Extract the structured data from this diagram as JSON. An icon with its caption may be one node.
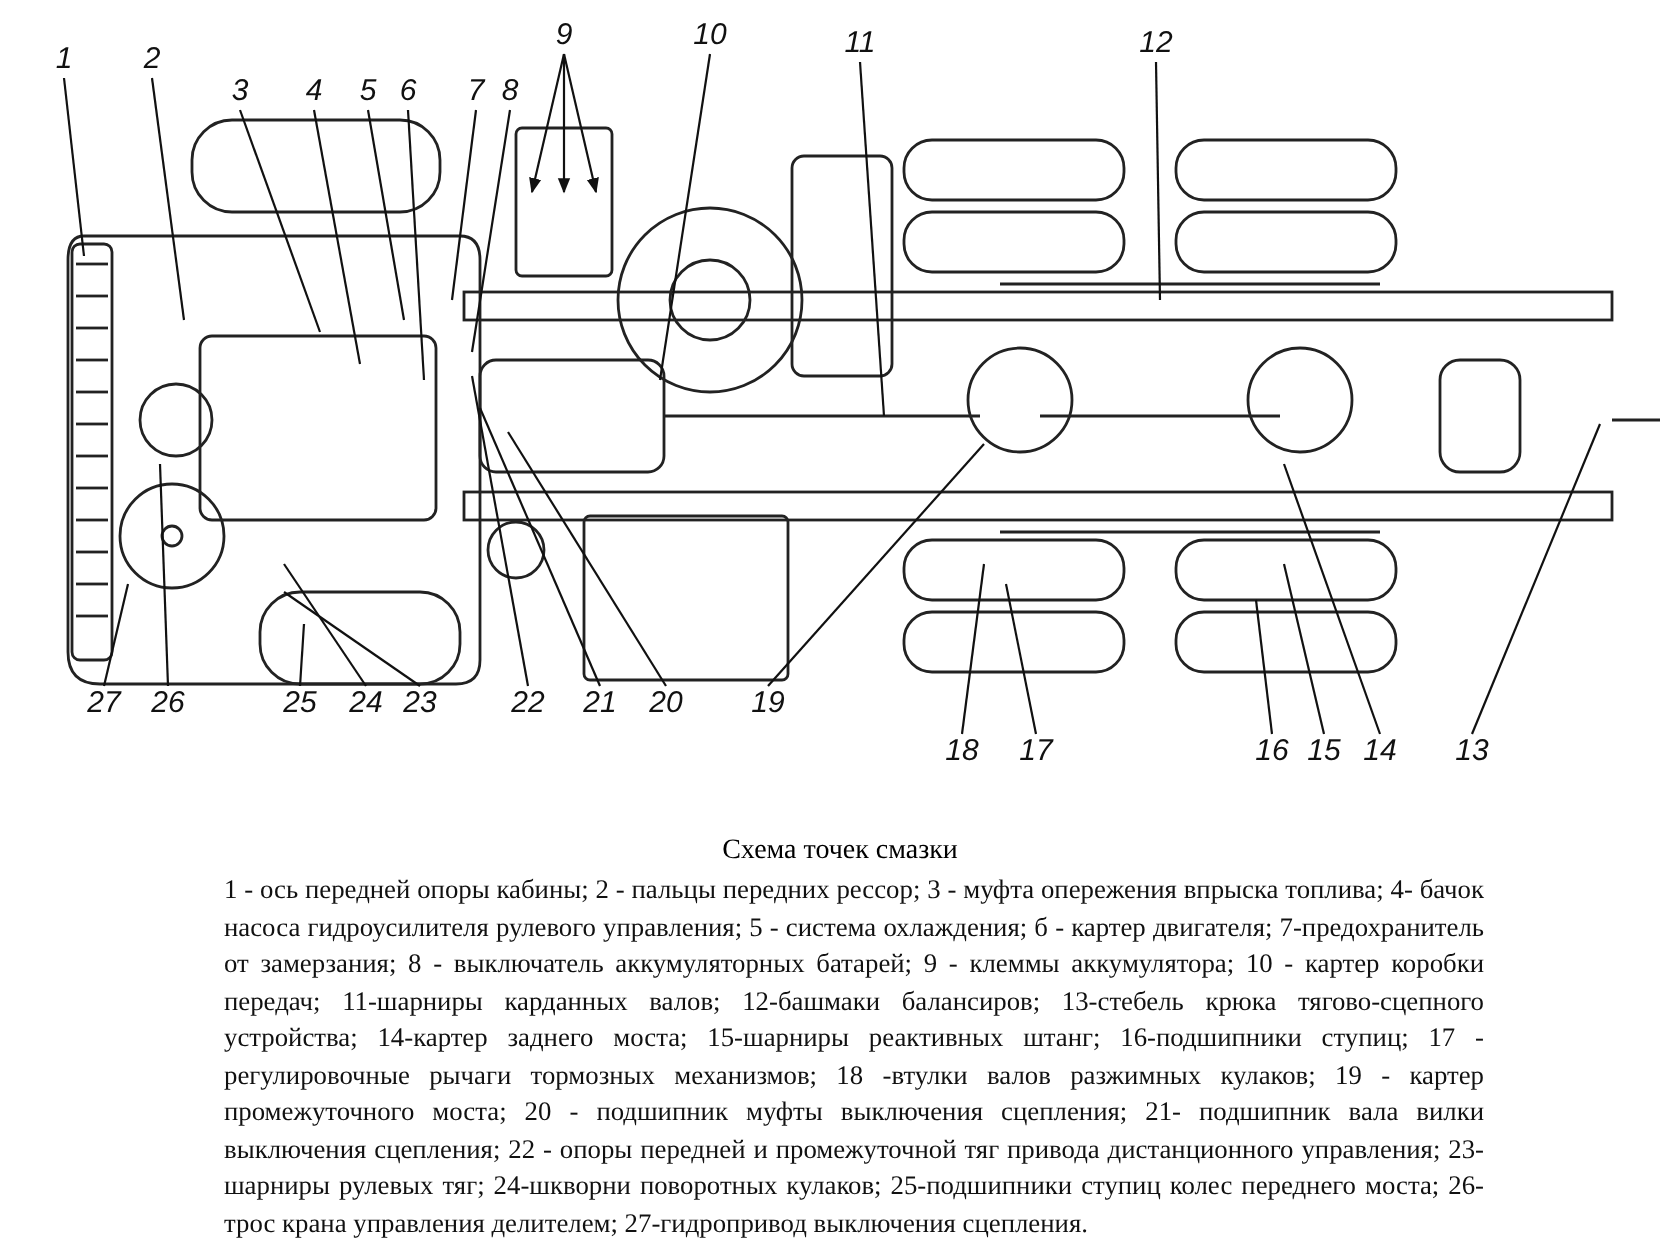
{
  "diagram": {
    "title": "Схема точек смазки",
    "caption": "1 - ось передней опоры кабины;  2 - пальцы передних рессор; 3 - муфта опережения впрыска  топлива; 4- бачок насоса гидроусилителя  рулевого  управления;  5 - система охлаждения;  б - картер  двигателя; 7-предохранитель от замерзания; 8 - выключатель аккумуляторных батарей; 9 - клеммы  аккумулятора; 10 - картер коробки передач; 11-шарниры карданных валов; 12-башмаки балансиров; 13-стебель крюка тягово-сцепного устройства; 14-картер заднего моста; 15-шарниры реактивных штанг; 16-подшипники ступиц; 17 - регулировочные рычаги тормозных механизмов; 18 -втулки валов разжимных кулаков; 19 - картер  промежуточного  моста;  20 - подшипник муфты выключения сцепления;  21- подшипник вала вилки выключения  сцепления;  22 - опоры передней  и промежуточной тяг  привода  дистанционного управления; 23- шарниры рулевых тяг; 24-шкворни поворотных кулаков; 25-подшипники ступиц колес переднего моста; 26-трос крана управления делителем; 27-гидропривод выключения сцепления.",
    "nodes": [
      {
        "text": [
          "1"
        ]
      },
      {
        "text": [
          "2"
        ]
      },
      {
        "text": [
          "3"
        ]
      },
      {
        "text": [
          "4"
        ]
      },
      {
        "text": [
          "5"
        ]
      },
      {
        "text": [
          "6"
        ]
      },
      {
        "text": [
          "7"
        ]
      },
      {
        "text": [
          "8"
        ]
      },
      {
        "text": [
          "9"
        ]
      },
      {
        "text": [
          "10"
        ]
      },
      {
        "text": [
          "11"
        ]
      },
      {
        "text": [
          "12"
        ]
      },
      {
        "text": [
          "27"
        ]
      },
      {
        "text": [
          "26"
        ]
      },
      {
        "text": [
          "25"
        ]
      },
      {
        "text": [
          "24"
        ]
      },
      {
        "text": [
          "23"
        ]
      },
      {
        "text": [
          "22"
        ]
      },
      {
        "text": [
          "21"
        ]
      },
      {
        "text": [
          "20"
        ]
      },
      {
        "text": [
          "19"
        ]
      },
      {
        "text": [
          "18"
        ]
      },
      {
        "text": [
          "17"
        ]
      },
      {
        "text": [
          "16"
        ]
      },
      {
        "text": [
          "15"
        ]
      },
      {
        "text": [
          "14"
        ]
      },
      {
        "text": [
          "13"
        ]
      }
    ],
    "edges": [
      {
        "from": 0,
        "to": null,
        "arrow": "none"
      },
      {
        "from": 1,
        "to": null,
        "arrow": "none"
      },
      {
        "from": 2,
        "to": null,
        "arrow": "none"
      },
      {
        "from": 3,
        "to": null,
        "arrow": "none"
      },
      {
        "from": 4,
        "to": null,
        "arrow": "none"
      },
      {
        "from": 5,
        "to": null,
        "arrow": "none"
      },
      {
        "from": 6,
        "to": null,
        "arrow": "none"
      },
      {
        "from": 7,
        "to": null,
        "arrow": "none"
      },
      {
        "from": 8,
        "to": null,
        "arrow": "to"
      },
      {
        "from": 8,
        "to": null,
        "arrow": "to"
      },
      {
        "from": 8,
        "to": null,
        "arrow": "to"
      },
      {
        "from": 9,
        "to": null,
        "arrow": "none"
      },
      {
        "from": 10,
        "to": null,
        "arrow": "none"
      },
      {
        "from": 11,
        "to": null,
        "arrow": "none"
      },
      {
        "from": 12,
        "to": null,
        "arrow": "none"
      },
      {
        "from": 13,
        "to": null,
        "arrow": "none"
      },
      {
        "from": 14,
        "to": null,
        "arrow": "none"
      },
      {
        "from": 15,
        "to": null,
        "arrow": "none"
      },
      {
        "from": 16,
        "to": null,
        "arrow": "none"
      },
      {
        "from": 17,
        "to": null,
        "arrow": "none"
      },
      {
        "from": 18,
        "to": null,
        "arrow": "none"
      },
      {
        "from": 19,
        "to": null,
        "arrow": "none"
      },
      {
        "from": 20,
        "to": null,
        "arrow": "none"
      },
      {
        "from": 21,
        "to": null,
        "arrow": "none"
      },
      {
        "from": 22,
        "to": null,
        "arrow": "none"
      },
      {
        "from": 23,
        "to": null,
        "arrow": "none"
      },
      {
        "from": 24,
        "to": null,
        "arrow": "none"
      },
      {
        "from": 25,
        "to": null,
        "arrow": "none"
      },
      {
        "from": 26,
        "to": null,
        "arrow": "none"
      }
    ]
  }
}
